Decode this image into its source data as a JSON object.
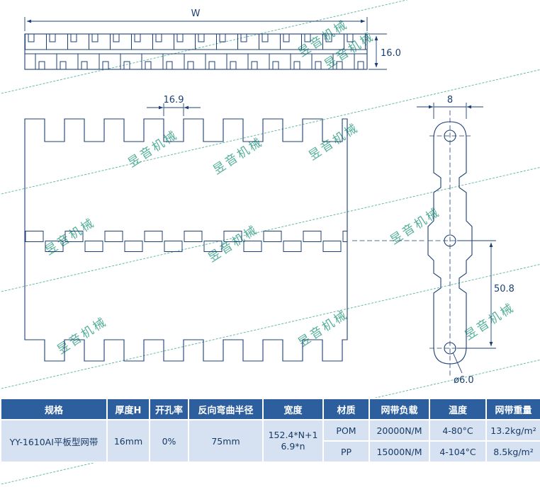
{
  "watermark": {
    "text": "昱音机械"
  },
  "colors": {
    "watermark": "#36a287",
    "line": "#1c4075",
    "table_header_bg": "#2d5f9e",
    "table_cell_bg": "#d6e2f1"
  },
  "drawings": {
    "top_view": {
      "dim_w": "W",
      "dim_thickness": "16.0"
    },
    "plan_view": {
      "dim_pitch": "16.9"
    },
    "side_view": {
      "dim_width": "8",
      "dim_span": "50.8",
      "dim_hole": "ø6.0"
    }
  },
  "table": {
    "headers": [
      "规格",
      "厚度H",
      "开孔率",
      "反向弯曲半径",
      "宽度",
      "材质",
      "网带负载",
      "温度",
      "网带重量"
    ],
    "spec": "YY-1610AI平板型网带",
    "thickness": "16mm",
    "open_rate": "0%",
    "bend_radius": "75mm",
    "width_formula": "152.4*N+16.9*n",
    "rows": [
      {
        "material": "POM",
        "load": "20000N/M",
        "temp": "4-80°C",
        "weight": "13.2kg/m²"
      },
      {
        "material": "PP",
        "load": "15000N/M",
        "temp": "4-104°C",
        "weight": "8.5kg/m²"
      }
    ]
  }
}
